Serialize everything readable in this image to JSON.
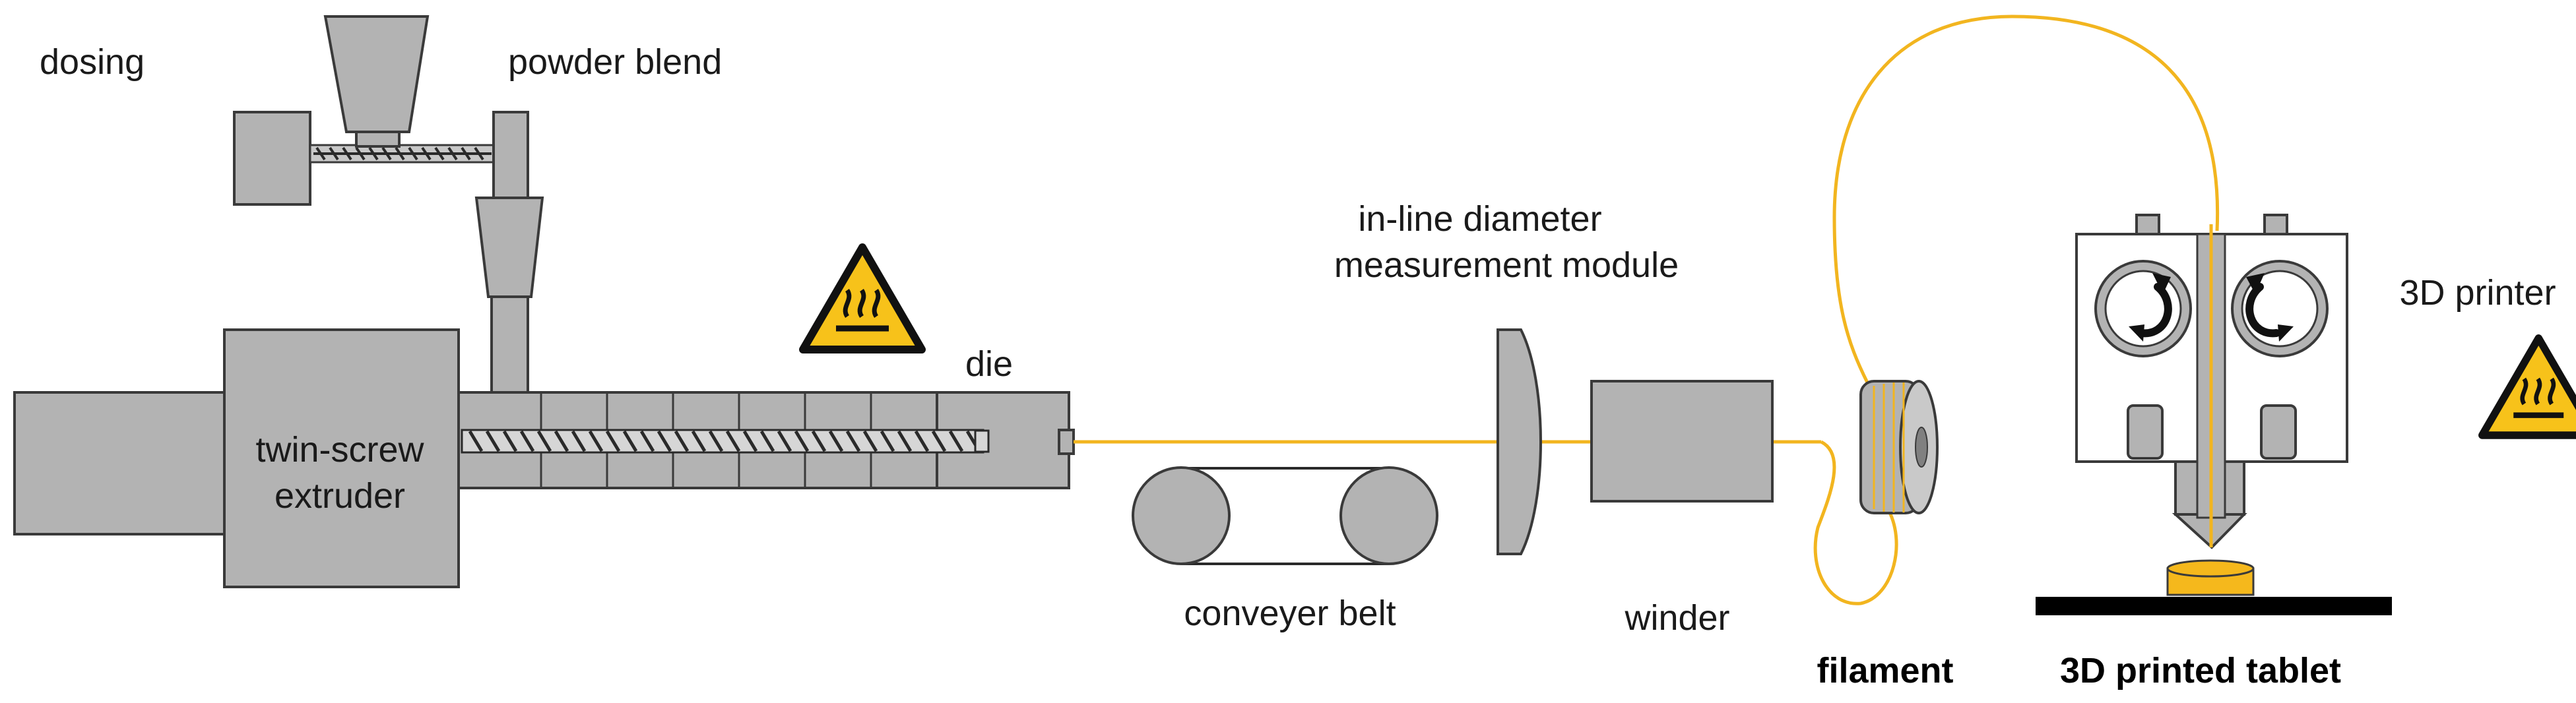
{
  "labels": {
    "dosing": "dosing",
    "powder_blend": "powder blend",
    "twin_screw_line1": "twin-screw",
    "twin_screw_line2": "extruder",
    "die": "die",
    "measurement_line1": "in-line diameter",
    "measurement_line2": "measurement module",
    "conveyer_belt": "conveyer belt",
    "winder": "winder",
    "filament": "filament",
    "printer": "3D printer",
    "tablet": "3D printed tablet"
  },
  "colors": {
    "machine_fill": "#b3b3b3",
    "machine_stroke": "#3a3a3a",
    "filament": "#f2b51f",
    "tablet": "#f5b81c",
    "warning_yellow": "#f7c21a",
    "platform": "#000000"
  },
  "icons": [
    "hot-surface-warning-icon",
    "rotation-arrow-icon"
  ]
}
